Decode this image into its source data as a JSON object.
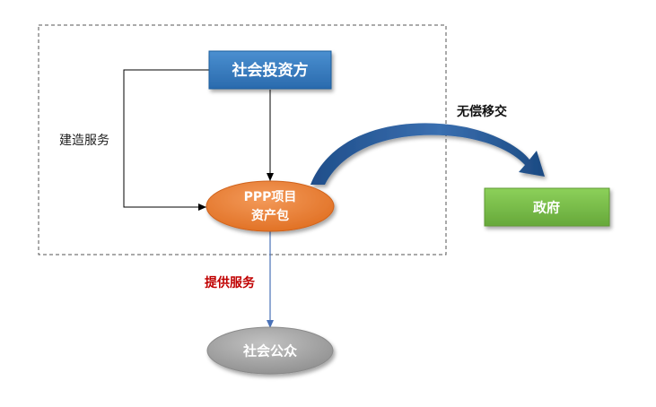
{
  "nodes": {
    "investor": {
      "label": "社会投资方"
    },
    "ppp_asset": {
      "label_line1": "PPP项目",
      "label_line2": "资产包"
    },
    "government": {
      "label": "政府"
    },
    "public": {
      "label": "社会公众"
    }
  },
  "edges": {
    "construction_service": {
      "label": "建造服务"
    },
    "provide_service": {
      "label": "提供服务"
    },
    "free_transfer": {
      "label": "无偿移交"
    }
  },
  "colors": {
    "investor_fill": "#2e75b6",
    "asset_fill": "#ed7d31",
    "government_fill": "#70ad47",
    "public_fill": "#a5a5a5",
    "transfer_arrow": "#1f4e79",
    "provide_label": "#c00000"
  }
}
